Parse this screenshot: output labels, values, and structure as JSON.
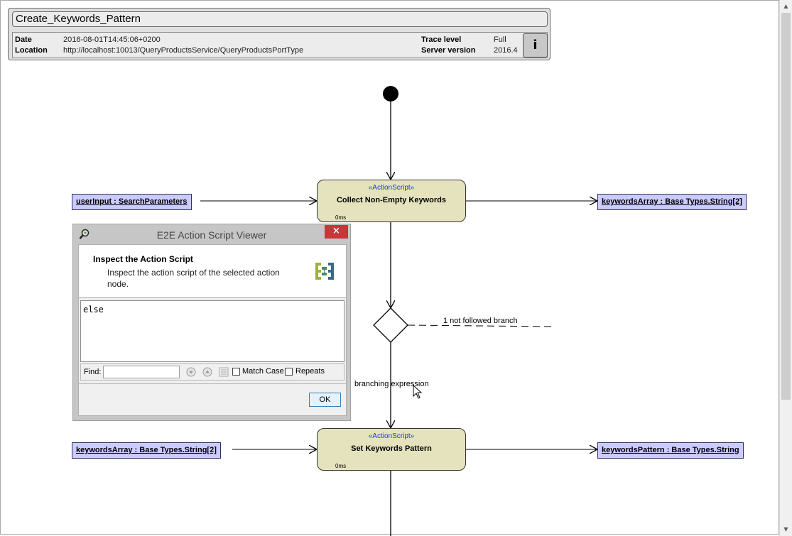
{
  "header": {
    "title": "Create_Keywords_Pattern",
    "date_label": "Date",
    "date_value": "2016-08-01T14:45:06+0200",
    "location_label": "Location",
    "location_value": "http://localhost:10013/QueryProductsService/QueryProductsPortType",
    "trace_label": "Trace level",
    "trace_value": "Full",
    "server_label": "Server version",
    "server_value": "2016.4",
    "info_button": "i"
  },
  "diagram": {
    "action1": {
      "stereotype": "«ActionScript»",
      "name": "Collect Non-Empty Keywords",
      "time": "0ms"
    },
    "action2": {
      "stereotype": "«ActionScript»",
      "name": "Set Keywords Pattern",
      "time": "0ms"
    },
    "input1": "userInput : SearchParameters",
    "output1": "keywordsArray : Base Types.String[2]",
    "input2": "keywordsArray : Base Types.String[2]",
    "output2": "keywordsPattern : Base Types.String",
    "branch_not_followed": "1 not followed branch",
    "branch_expression": "branching expression"
  },
  "dialog": {
    "title": "E2E Action Script Viewer",
    "close": "×",
    "heading": "Inspect the Action Script",
    "description": "Inspect the action script of the selected action node.",
    "script": "else",
    "find_label": "Find:",
    "find_value": "",
    "match_case": "Match Case",
    "repeats": "Repeats",
    "ok": "OK"
  },
  "colors": {
    "action_fill": "#e5e3bd",
    "object_fill": "#cccbff",
    "stereotype_text": "#1f33ef",
    "close_button": "#c7363b"
  }
}
